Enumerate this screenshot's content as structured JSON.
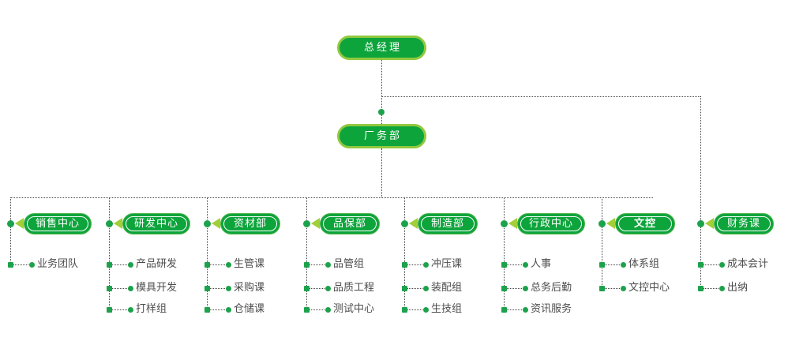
{
  "chart": {
    "type": "org-chart",
    "root": {
      "label": "总经理"
    },
    "secondary": {
      "label": "厂务部"
    },
    "departments": [
      {
        "label": "销售中心",
        "bold": false,
        "children": [
          "业务团队"
        ]
      },
      {
        "label": "研发中心",
        "bold": false,
        "children": [
          "产品研发",
          "模具开发",
          "打样组"
        ]
      },
      {
        "label": "资材部",
        "bold": false,
        "children": [
          "生管课",
          "采购课",
          "仓储课"
        ]
      },
      {
        "label": "品保部",
        "bold": false,
        "children": [
          "品管组",
          "品质工程",
          "测试中心"
        ]
      },
      {
        "label": "制造部",
        "bold": false,
        "children": [
          "冲压课",
          "装配组",
          "生技组"
        ]
      },
      {
        "label": "行政中心",
        "bold": false,
        "children": [
          "人事",
          "总务后勤",
          "资讯服务"
        ]
      },
      {
        "label": "文控",
        "bold": true,
        "children": [
          "体系组",
          "文控中心"
        ]
      },
      {
        "label": "财务课",
        "bold": false,
        "children": [
          "成本会计",
          "出纳"
        ]
      }
    ],
    "colors": {
      "node_fill": "#0ea43c",
      "node_outer_ring": "#92c83e",
      "triangle": "#a2ce39",
      "dot": "#1da24c",
      "line": "#444444",
      "node_text": "#ffffff",
      "child_text": "#4d4d4d"
    }
  }
}
